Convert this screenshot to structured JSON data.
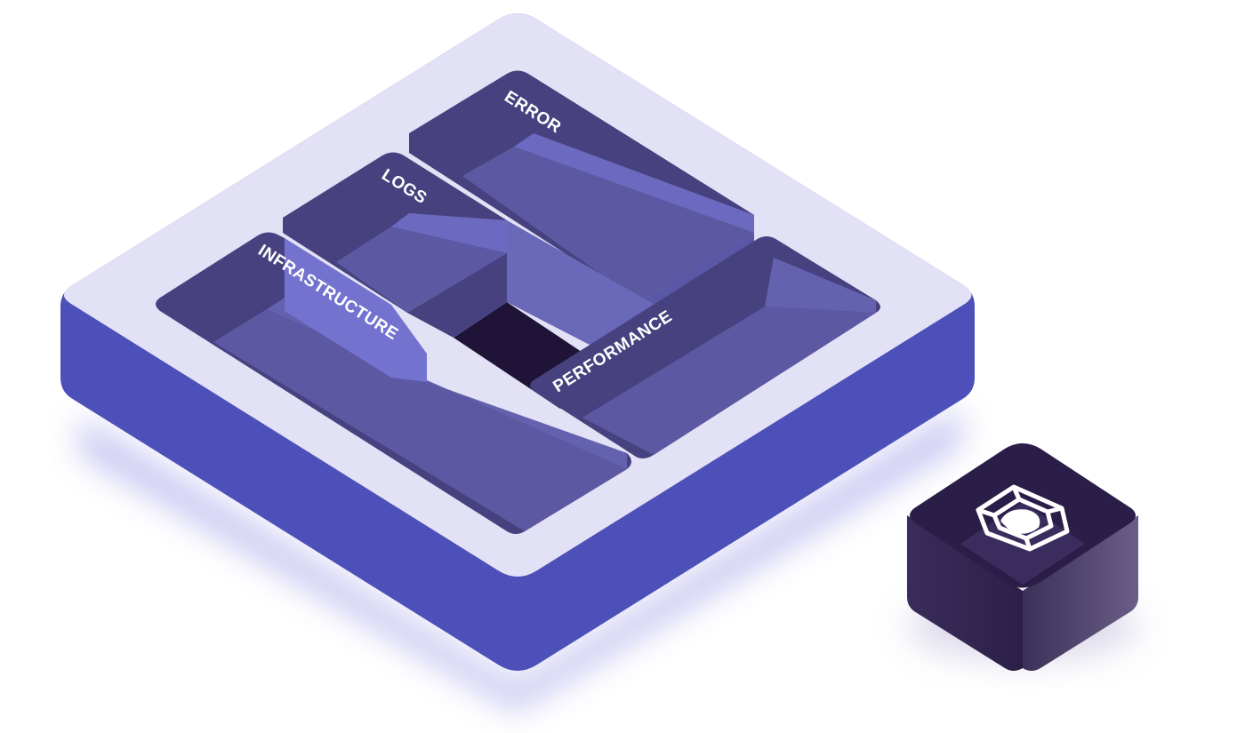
{
  "tray": {
    "labels": {
      "error": "ERROR",
      "logs": "LOGS",
      "infrastructure": "INFRASTRUCTURE",
      "performance": "PERFORMANCE"
    }
  },
  "colors": {
    "tray_top": "#e2e1f5",
    "tray_side": "#4c50b8",
    "well_dark": "#47427f",
    "well_mid": "#5c58a2",
    "well_light": "#6c6ac0",
    "cavity": "#1f1438",
    "cube_top": "#2a1d47",
    "cube_side": "#332a4f"
  },
  "cube": {
    "icon": "cube-target-icon"
  }
}
